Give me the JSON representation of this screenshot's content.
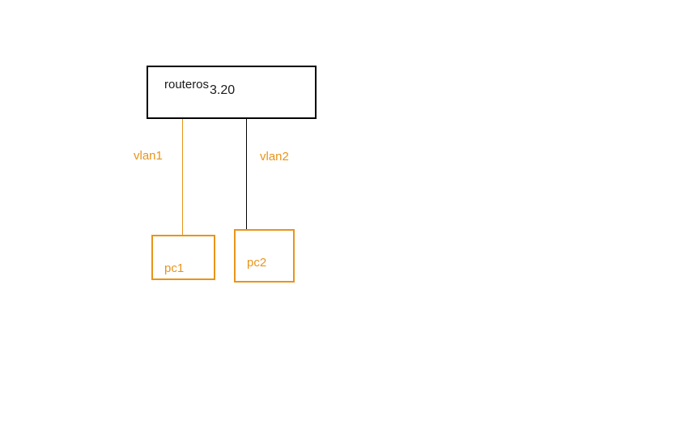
{
  "diagram": {
    "type": "network-topology",
    "background_color": "#ffffff",
    "palette": {
      "accent_orange": "#E8941A",
      "line_black": "#000000",
      "text_black": "#1a1a1a"
    },
    "router": {
      "name": "routeros",
      "version": "3.20",
      "border_color": "#000000"
    },
    "hosts": [
      {
        "id": "pc1",
        "label": "pc1",
        "border_color": "#E8941A",
        "text_color": "#E8941A"
      },
      {
        "id": "pc2",
        "label": "pc2",
        "border_color": "#E8941A",
        "text_color": "#E8941A"
      }
    ],
    "links": [
      {
        "id": "vlan1",
        "label": "vlan1",
        "from": "routeros",
        "to": "pc1",
        "line_color": "#E8941A",
        "label_color": "#E8941A"
      },
      {
        "id": "vlan2",
        "label": "vlan2",
        "from": "routeros",
        "to": "pc2",
        "line_color": "#000000",
        "label_color": "#E8941A"
      }
    ]
  }
}
